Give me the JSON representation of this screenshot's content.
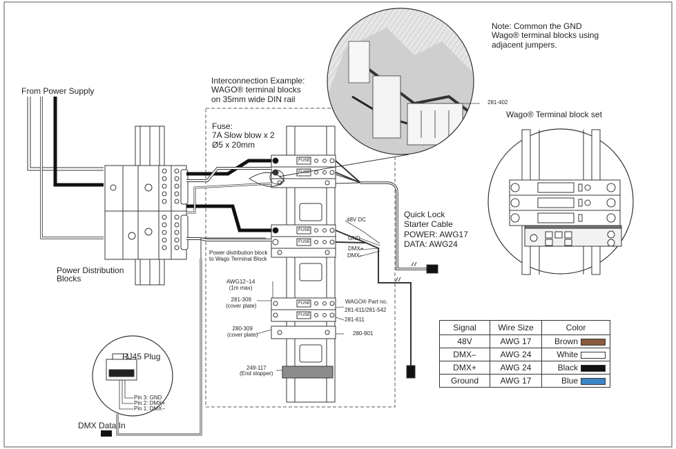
{
  "labels": {
    "note": [
      "Note: Common the GND",
      "Wago® terminal blocks using",
      "adjacent jumpers."
    ],
    "interconnection": [
      "Interconnection Example:",
      "WAGO® terminal blocks",
      "on 35mm wide DIN rail"
    ],
    "from_power_supply": "From Power Supply",
    "fuse": [
      "Fuse:",
      "7A Slow blow x 2",
      "Ø5 x 20mm"
    ],
    "part_281_402": "281-402",
    "wago_set": "Wago® Terminal block set",
    "quick_lock": [
      "Quick Lock",
      "Starter Cable",
      "POWER: AWG17",
      "DATA: AWG24"
    ],
    "dc_48v": "48V DC",
    "gnd": "GND",
    "dmx_plus": "DMX+",
    "dmx_minus": "DMX–",
    "power_dist_block_to_wago": [
      "Power distribution block",
      "to Wago Terminal Block"
    ],
    "power_distribution_blocks": [
      "Power Distribution",
      "Blocks"
    ],
    "awg12_14": [
      "AWG12~14",
      "(1m max)"
    ],
    "p281_309": [
      "281-309",
      "(cover plate)"
    ],
    "p280_309": [
      "280-309",
      "(cover plate)"
    ],
    "wago_part_no": "WAGO® Part no.",
    "p281_611_542": "281-611/281-542",
    "p281_611": "281-611",
    "p280_901": "280-901",
    "p249_117": [
      "249-117",
      "(End stopper)"
    ],
    "rj45_plug": "RJ45 Plug",
    "pin3": "Pin 3: GND",
    "pin2": "Pin 2: DMX+",
    "pin1": "Pin 1: DMX–",
    "dmx_data_in": "DMX Data In",
    "fuse_word": "FUSE"
  },
  "signal_table": {
    "headers": [
      "Signal",
      "Wire Size",
      "Color"
    ],
    "rows": [
      {
        "signal": "48V",
        "wire_size": "AWG 17",
        "color": "Brown",
        "swatch": "#8a5a3c"
      },
      {
        "signal": "DMX–",
        "wire_size": "AWG 24",
        "color": "White",
        "swatch": "#ffffff"
      },
      {
        "signal": "DMX+",
        "wire_size": "AWG 24",
        "color": "Black",
        "swatch": "#111111"
      },
      {
        "signal": "Ground",
        "wire_size": "AWG 17",
        "color": "Blue",
        "swatch": "#3d86c6"
      }
    ]
  }
}
